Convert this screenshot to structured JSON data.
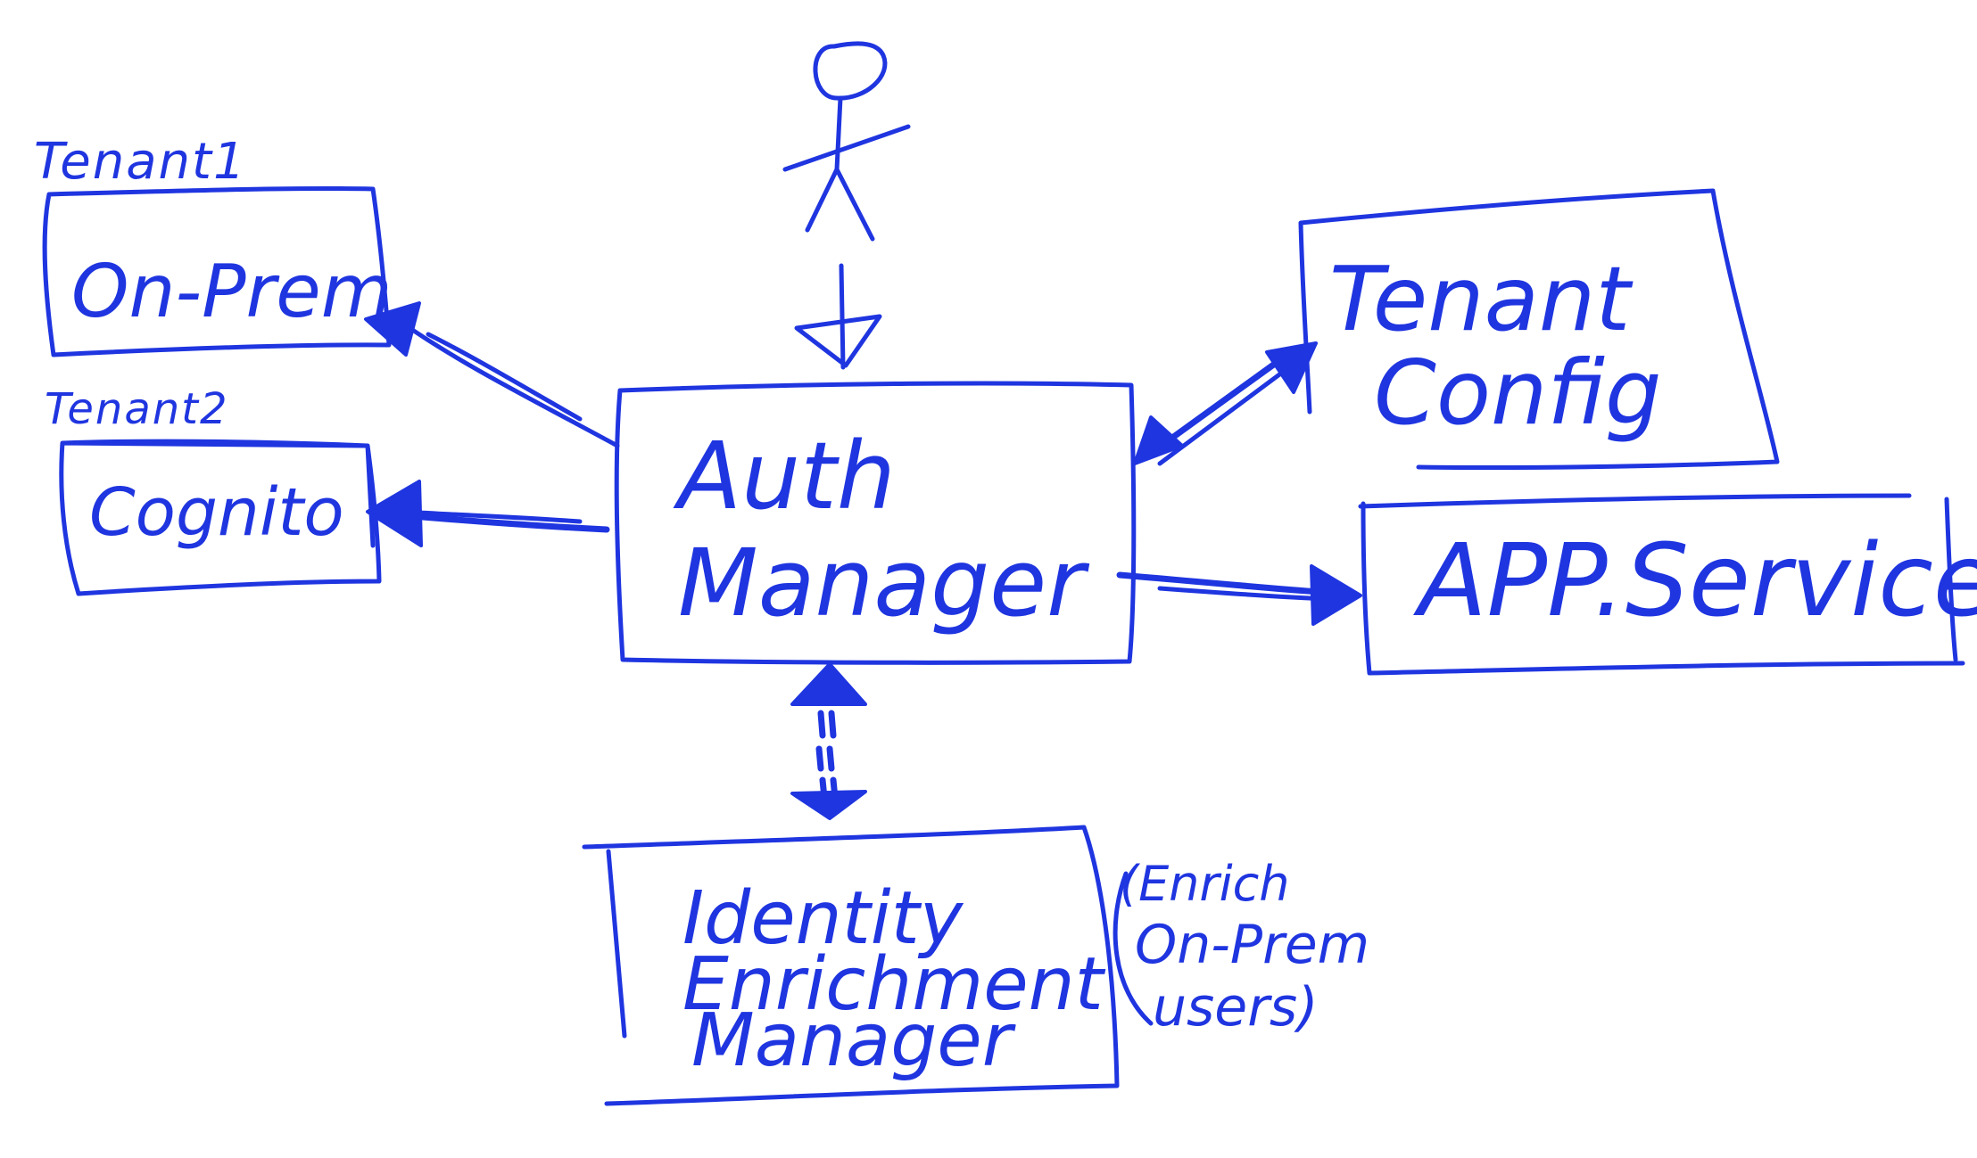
{
  "nodes": {
    "tenant1_label": "Tenant1",
    "on_prem": "On-Prem",
    "tenant2_label": "Tenant2",
    "cognito": "Cognito",
    "auth_manager_line1": "Auth",
    "auth_manager_line2": "Manager",
    "tenant_config_line1": "Tenant",
    "tenant_config_line2": "Config",
    "app_service": "APP.Service",
    "identity_line1": "Identity",
    "identity_line2": "Enrichment",
    "identity_line3": "Manager"
  },
  "annotation": {
    "line1": "(Enrich",
    "line2": "On-Prem",
    "line3": "users)"
  },
  "colors": {
    "ink": "#1f35e0",
    "background": "#ffffff"
  }
}
